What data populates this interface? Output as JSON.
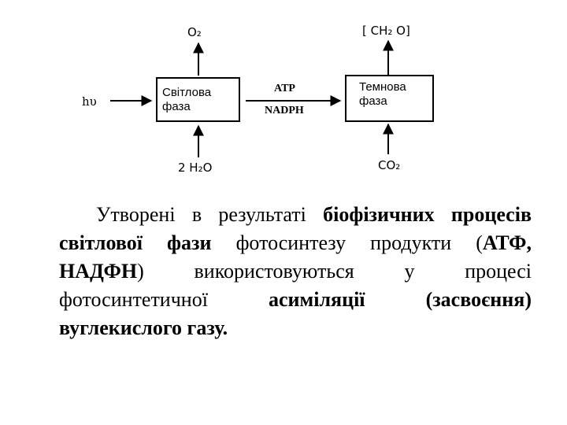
{
  "diagram": {
    "light_input": "hυ",
    "o2": "O₂",
    "water": "2 H₂O",
    "light_phase_label": "Світлова\nфаза",
    "atp": "ATP",
    "nadph": "NADPH",
    "dark_phase_label": "Темнова\nфаза",
    "carbohydrate": "[ CH₂ O]",
    "co2": "CO₂"
  },
  "paragraph": {
    "s1": "Утворені в результаті ",
    "b1": "біофізичних процесів",
    "s2": " ",
    "b2": "світлової фази",
    "s3": " фотосинтезу продукти (",
    "b3": "АТФ, НАДФН",
    "s4": ") використовуються у процесі фотосинтетичної ",
    "b4": "асиміляції (засвоєння) вуглекислого газу."
  }
}
